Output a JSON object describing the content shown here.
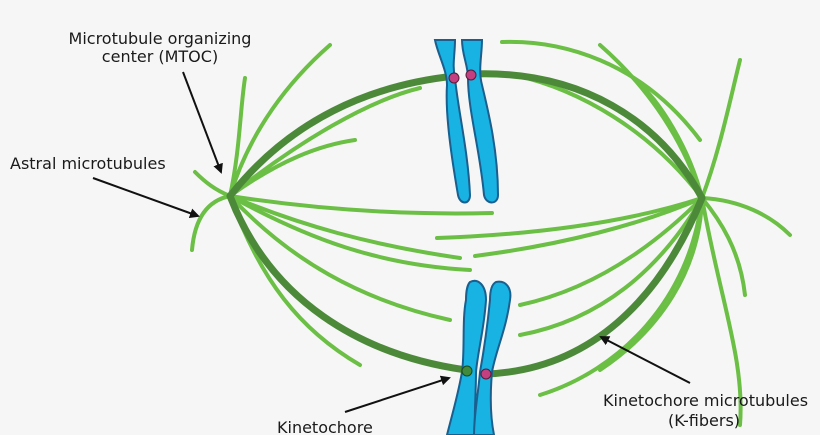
{
  "labels": {
    "mtoc_line1": "Microtubule organizing",
    "mtoc_line2": "center (MTOC)",
    "astral": "Astral microtubules",
    "kinetochore": "Kinetochore",
    "kfiber_line1": "Kinetochore microtubules",
    "kfiber_line2": "(K-fibers)"
  },
  "colors": {
    "background": "#f6f6f6",
    "astral_microtubule": "#6bbf45",
    "kinetochore_microtubule": "#4c8a3a",
    "chromosome": "#18b2e3",
    "chromosome_outline": "#1a5f8e",
    "kinetochore_green": "#3f8a3c",
    "kinetochore_magenta": "#c2407f"
  }
}
